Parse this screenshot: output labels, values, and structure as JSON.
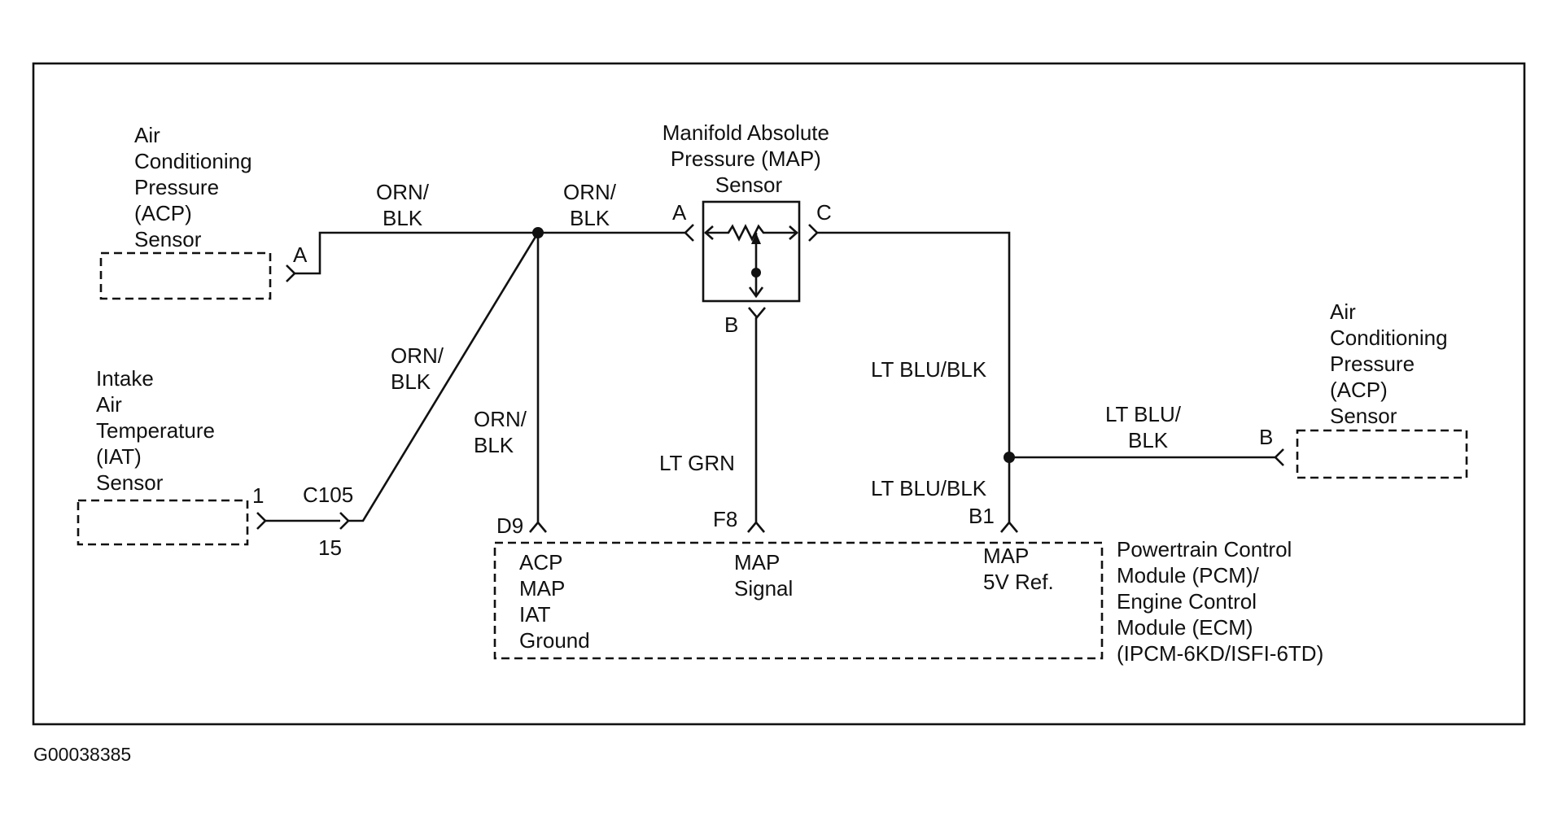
{
  "figure_id": "G00038385",
  "components": {
    "acp_left": {
      "lines": [
        "Air",
        "Conditioning",
        "Pressure",
        "(ACP)",
        "Sensor"
      ],
      "pin": "A"
    },
    "iat": {
      "lines": [
        "Intake",
        "Air",
        "Temperature",
        "(IAT)",
        "Sensor"
      ],
      "pin": "1"
    },
    "map_sensor": {
      "lines": [
        "Manifold Absolute",
        "Pressure (MAP)",
        "Sensor"
      ],
      "pin_a": "A",
      "pin_b": "B",
      "pin_c": "C"
    },
    "acp_right": {
      "lines": [
        "Air",
        "Conditioning",
        "Pressure",
        "(ACP)",
        "Sensor"
      ],
      "pin": "B"
    },
    "pcm": {
      "lines": [
        "Powertrain Control",
        "Module (PCM)/",
        "Engine Control",
        "Module (ECM)",
        "(IPCM-6KD/ISFI-6TD)"
      ],
      "terminals": [
        {
          "pin": "D9",
          "lines": [
            "ACP",
            "MAP",
            "IAT",
            "Ground"
          ]
        },
        {
          "pin": "F8",
          "lines": [
            "MAP",
            "Signal"
          ]
        },
        {
          "pin": "B1",
          "lines": [
            "MAP",
            "5V Ref."
          ]
        }
      ]
    }
  },
  "connector_c105": {
    "name": "C105",
    "pin": "15"
  },
  "wires": {
    "orn_blk_1": [
      "ORN/",
      "BLK"
    ],
    "orn_blk_2": [
      "ORN/",
      "BLK"
    ],
    "orn_blk_3": [
      "ORN/",
      "BLK"
    ],
    "orn_blk_4": [
      "ORN/",
      "BLK"
    ],
    "lt_grn": "LT GRN",
    "lt_blu_blk_1": "LT BLU/BLK",
    "lt_blu_blk_2": "LT BLU/BLK",
    "lt_blu_blk_3": [
      "LT BLU/",
      "BLK"
    ]
  }
}
